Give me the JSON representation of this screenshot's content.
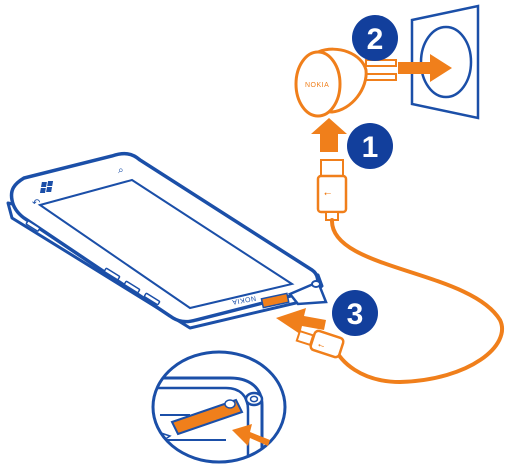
{
  "steps": [
    {
      "number": "1"
    },
    {
      "number": "2"
    },
    {
      "number": "3"
    }
  ],
  "charger_brand": "NOKIA",
  "phone_brand": "NOKIA",
  "colors": {
    "outline": "#1b4fa8",
    "accent": "#f07f1b",
    "badge": "#123f9c",
    "background": "#ffffff"
  }
}
